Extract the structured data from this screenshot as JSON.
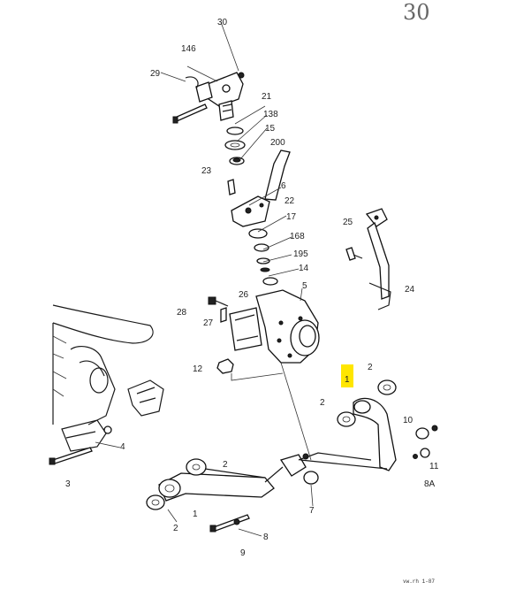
{
  "page_number": "30",
  "highlight_color": "#ffe600",
  "footer_code": "vw.rh 1-87",
  "callouts": [
    {
      "id": "c30",
      "text": "30"
    },
    {
      "id": "c146",
      "text": "146"
    },
    {
      "id": "c29",
      "text": "29"
    },
    {
      "id": "c21",
      "text": "21"
    },
    {
      "id": "c138",
      "text": "138"
    },
    {
      "id": "c15",
      "text": "15"
    },
    {
      "id": "c200",
      "text": "200"
    },
    {
      "id": "c23",
      "text": "23"
    },
    {
      "id": "c6",
      "text": "6"
    },
    {
      "id": "c22",
      "text": "22"
    },
    {
      "id": "c17",
      "text": "17"
    },
    {
      "id": "c168",
      "text": "168"
    },
    {
      "id": "c195",
      "text": "195"
    },
    {
      "id": "c14",
      "text": "14"
    },
    {
      "id": "c5",
      "text": "5"
    },
    {
      "id": "c25",
      "text": "25"
    },
    {
      "id": "c24",
      "text": "24"
    },
    {
      "id": "c26",
      "text": "26"
    },
    {
      "id": "c28",
      "text": "28"
    },
    {
      "id": "c27",
      "text": "27"
    },
    {
      "id": "c12",
      "text": "12"
    },
    {
      "id": "c1a",
      "text": "1"
    },
    {
      "id": "c2a",
      "text": "2"
    },
    {
      "id": "c2b",
      "text": "2"
    },
    {
      "id": "c4",
      "text": "4"
    },
    {
      "id": "c3",
      "text": "3"
    },
    {
      "id": "c2c",
      "text": "2"
    },
    {
      "id": "c1b",
      "text": "1"
    },
    {
      "id": "c2d",
      "text": "2"
    },
    {
      "id": "c7",
      "text": "7"
    },
    {
      "id": "c10",
      "text": "10"
    },
    {
      "id": "c11",
      "text": "11"
    },
    {
      "id": "c8A",
      "text": "8A"
    },
    {
      "id": "c8",
      "text": "8"
    },
    {
      "id": "c9",
      "text": "9"
    }
  ]
}
